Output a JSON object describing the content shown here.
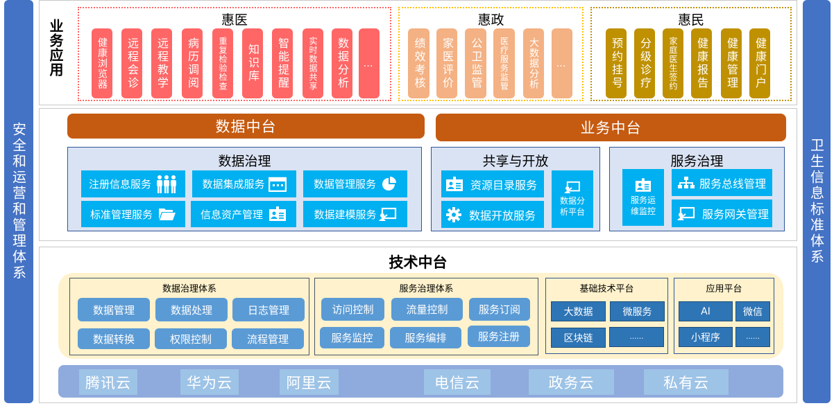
{
  "left_sidebar": {
    "label": "安全和运营和管理体系"
  },
  "right_sidebar": {
    "label": "卫生信息标准体系"
  },
  "business_app": {
    "title": "业务应用",
    "groups": [
      {
        "title": "惠医",
        "color": "#ff6666",
        "border": "#ff6666",
        "items": [
          "健康浏览器",
          "远程会诊",
          "远程教学",
          "病历调阅",
          "重复检验检查",
          "知识库",
          "智能提醒",
          "实时数据共享",
          "数据分析",
          "…"
        ]
      },
      {
        "title": "惠政",
        "color": "#f4b183",
        "border": "#ffc000",
        "items": [
          "绩效考核",
          "家医评价",
          "公卫监管",
          "医疗服务监管",
          "大数据分析",
          "…"
        ]
      },
      {
        "title": "惠民",
        "color": "#bf9000",
        "border": "#bf9000",
        "items": [
          "预约挂号",
          "分级诊疗",
          "家庭医生签约",
          "健康报告",
          "健康管理",
          "健康门户"
        ]
      }
    ]
  },
  "middle": {
    "data_platform": "数据中台",
    "business_platform": "业务中台",
    "data_governance": {
      "title": "数据治理",
      "tiles": [
        {
          "label": "注册信息服务",
          "icon": "people-icon"
        },
        {
          "label": "数据集成服务",
          "icon": "calendar-icon"
        },
        {
          "label": "数据管理服务",
          "icon": "pie-chart-icon"
        },
        {
          "label": "标准管理服务",
          "icon": "folder-icon"
        },
        {
          "label": "信息资产管理",
          "icon": "id-card-icon"
        },
        {
          "label": "数据建模服务",
          "icon": "presentation-icon"
        }
      ]
    },
    "sharing": {
      "title": "共享与开放",
      "tiles": [
        {
          "label": "资源目录服务",
          "icon": "id-card-icon"
        },
        {
          "label": "数据开放服务",
          "icon": "gear-icon"
        },
        {
          "label": "数据分析平台",
          "icon": "presentation-icon"
        }
      ]
    },
    "service_governance": {
      "title": "服务治理",
      "tiles": [
        {
          "label": "服务运维监控",
          "icon": "id-card-icon"
        },
        {
          "label": "服务总线管理",
          "icon": "org-chart-icon"
        },
        {
          "label": "服务网关管理",
          "icon": "presentation-icon"
        }
      ]
    }
  },
  "tech": {
    "title": "技术中台",
    "data_system": {
      "title": "数据治理体系",
      "items": [
        "数据管理",
        "数据处理",
        "日志管理",
        "数据转换",
        "权限控制",
        "流程管理"
      ]
    },
    "service_system": {
      "title": "服务治理体系",
      "items": [
        "访问控制",
        "流量控制",
        "服务订阅",
        "服务监控",
        "服务编排",
        "服务注册"
      ]
    },
    "base_platform": {
      "title": "基础技术平台",
      "items": [
        "大数据",
        "微服务",
        "区块链",
        "……"
      ]
    },
    "app_platform": {
      "title": "应用平台",
      "items": [
        "AI",
        "微信",
        "小程序",
        "……"
      ]
    }
  },
  "clouds": [
    "腾讯云",
    "华为云",
    "阿里云",
    "电信云",
    "政务云",
    "私有云"
  ]
}
